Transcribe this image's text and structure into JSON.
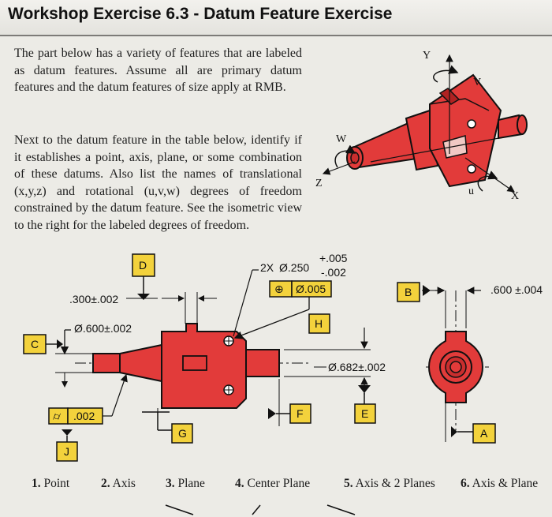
{
  "title": "Workshop Exercise 6.3 - Datum Feature Exercise",
  "intro": "The part below has a variety of features that are labeled as datum features. Assume all are primary datum features and the datum features of size apply at RMB.",
  "instructions": "Next to the datum feature in the table below, identify if it establishes a point, axis, plane, or some combination of these datums. Also list the names of translational (x,y,z) and rotational (u,v,w) degrees of freedom constrained by the datum feature. See the isometric view to the right for the labeled degrees of freedom.",
  "iso_axes": {
    "y": "Y",
    "v": "V",
    "x": "X",
    "u": "u",
    "z": "Z",
    "w": "W"
  },
  "datums": {
    "a": "A",
    "b": "B",
    "c": "C",
    "d": "D",
    "e": "E",
    "f": "F",
    "g": "G",
    "h": "H",
    "j": "J"
  },
  "dims": {
    "hole_count": "2X",
    "hole_dia": "Ø.250",
    "hole_tol_plus": "+.005",
    "hole_tol_minus": "-.002",
    "fcf_symbol": "⊕",
    "fcf_tol": "Ø.005",
    "slot_width": ".300±.002",
    "small_dia": "Ø.600±.002",
    "large_dia": "Ø.682±.002",
    "side_width": ".600 ±.004",
    "cyl_symbol": "⌭",
    "cyl_tol": ".002"
  },
  "options": [
    {
      "num": "1.",
      "label": "Point"
    },
    {
      "num": "2.",
      "label": "Axis"
    },
    {
      "num": "3.",
      "label": "Plane"
    },
    {
      "num": "4.",
      "label": "Center Plane"
    },
    {
      "num": "5.",
      "label": "Axis & 2 Planes"
    },
    {
      "num": "6.",
      "label": "Axis & Plane"
    }
  ],
  "colors": {
    "part_red": "#e23b3a",
    "outline": "#1a1a1a",
    "datum_yellow": "#f3d23c",
    "page": "#ecebe6"
  }
}
